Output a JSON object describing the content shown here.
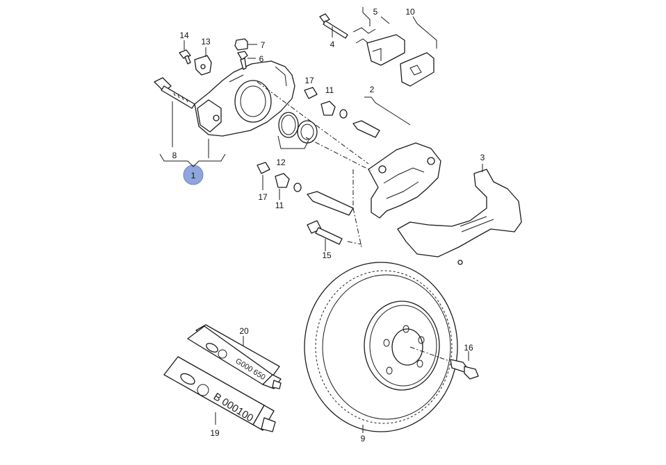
{
  "callouts": {
    "c1": "1",
    "c2": "2",
    "c3": "3",
    "c4": "4",
    "c5": "5",
    "c6": "6",
    "c7": "7",
    "c8": "8",
    "c9": "9",
    "c10": "10",
    "c11a": "11",
    "c11b": "11",
    "c12": "12",
    "c13": "13",
    "c14": "14",
    "c15": "15",
    "c16": "16",
    "c17a": "17",
    "c17b": "17",
    "c19": "19",
    "c20": "20"
  },
  "tubes": {
    "small_code": "G000 650",
    "large_code": "B 000100"
  },
  "highlight_color": "#8fa6dc"
}
